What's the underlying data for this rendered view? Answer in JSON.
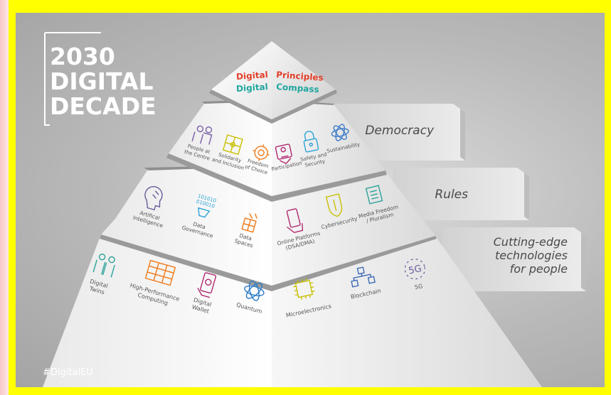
{
  "title": {
    "line1": "2030",
    "line2": "DIGITAL",
    "line3": "DECADE"
  },
  "apex": {
    "digital_red": "Digital",
    "principles": "Principles",
    "digital_teal": "Digital",
    "compass": "Compass"
  },
  "banners": {
    "democracy": "Democracy",
    "rules": "Rules",
    "tech_line1": "Cutting-edge",
    "tech_line2": "technologies",
    "tech_line3": "for people"
  },
  "tier1_left": [
    {
      "lines": [
        "People at",
        "the Centre"
      ],
      "icon": "people-icon",
      "color": "#7a5ea8"
    },
    {
      "lines": [
        "Solidarity",
        "and Inclusion"
      ],
      "icon": "puzzle-icon",
      "color": "#c9c000"
    },
    {
      "lines": [
        "Freedom",
        "of Choice"
      ],
      "icon": "gear-icon",
      "color": "#f07a1a"
    }
  ],
  "tier1_right": [
    {
      "lines": [
        "Participation"
      ],
      "icon": "participation-icon",
      "color": "#b0286e"
    },
    {
      "lines": [
        "Safety and",
        "Security"
      ],
      "icon": "lock-icon",
      "color": "#2aa3d8"
    },
    {
      "lines": [
        "Sustainability"
      ],
      "icon": "atom-icon",
      "color": "#3c7ac8"
    }
  ],
  "tier2_left": [
    {
      "lines": [
        "Artifical",
        "Intelligence"
      ],
      "icon": "ai-head-icon",
      "color": "#6a5a9a"
    },
    {
      "lines": [
        "Data",
        "Governance"
      ],
      "icon": "binary-data-icon",
      "color": "#2aa3d8"
    },
    {
      "lines": [
        "Data",
        "Spaces"
      ],
      "icon": "data-spaces-icon",
      "color": "#f07a1a"
    }
  ],
  "tier2_right": [
    {
      "lines": [
        "Online Platforms",
        "(DSA/DMA)"
      ],
      "icon": "phone-hand-icon",
      "color": "#b0286e"
    },
    {
      "lines": [
        "Cybersecurity"
      ],
      "icon": "shield-icon",
      "color": "#c9c000"
    },
    {
      "lines": [
        "Media Freedom",
        "/ Pluralism"
      ],
      "icon": "news-icon",
      "color": "#2aa39a"
    }
  ],
  "tier3_left": [
    {
      "lines": [
        "Digital",
        "Twins"
      ],
      "icon": "twins-icon",
      "color": "#2aa39a"
    },
    {
      "lines": [
        "High-Performance",
        "Computing"
      ],
      "icon": "server-icon",
      "color": "#f07a1a"
    },
    {
      "lines": [
        "Digital",
        "Wallet"
      ],
      "icon": "wallet-phone-icon",
      "color": "#b0286e"
    },
    {
      "lines": [
        "Quantum"
      ],
      "icon": "quantum-icon",
      "color": "#2a7ac8"
    }
  ],
  "tier3_right": [
    {
      "lines": [
        "Microelectronics"
      ],
      "icon": "chip-icon",
      "color": "#c9c000"
    },
    {
      "lines": [
        "Blockchain"
      ],
      "icon": "blockchain-icon",
      "color": "#3c6ab8"
    },
    {
      "lines": [
        "5G"
      ],
      "icon": "5g-icon",
      "color": "#6a5a9a"
    }
  ],
  "icon_5g_text": "5G",
  "hashtag": "#DigitalEU"
}
